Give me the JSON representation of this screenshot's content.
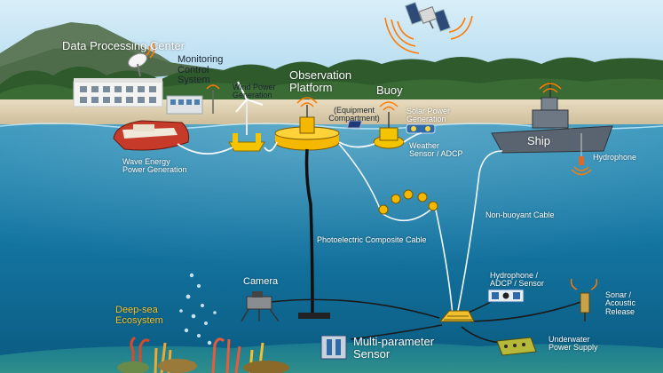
{
  "labels": {
    "data_processing_center": "Data Processing Center",
    "monitoring_control_system": "Monitoring Control System",
    "wind_power_generation": "Wind Power Generation",
    "observation_platform": "Observation Platform",
    "equipment_compartment": "(Equipment Compartment)",
    "buoy": "Buoy",
    "solar_power_generation": "Solar Power Generation",
    "weather_sensor_adcp": "Weather Sensor / ADCP",
    "ship": "Ship",
    "hydrophone_ship": "Hydrophone",
    "wave_energy": "Wave Energy Power Generation",
    "non_buoyant_cable": "Non-buoyant Cable",
    "photoelectric_cable": "Photoelectric Composite Cable",
    "camera": "Camera",
    "hydrophone_adcp_sensor": "Hydrophone / ADCP / Sensor",
    "sonar_acoustic_release": "Sonar / Acoustic Release",
    "deep_sea_ecosystem": "Deep-sea Ecosystem",
    "multi_parameter_sensor": "Multi-parameter Sensor",
    "underwater_power_supply": "Underwater Power Supply"
  },
  "colors": {
    "sky": "#bfe3f5",
    "sea_surface": "#2a8fb8",
    "deep_water": "#0a5a80",
    "platform_yellow": "#f5b800",
    "signal_orange": "#ff7a00",
    "ship_gray": "#5a6470",
    "label_yellow": "#f2c530"
  },
  "icons": [
    "satellite-icon",
    "satellite-dish-icon",
    "wifi-signal-icon",
    "wind-turbine-icon",
    "solar-panel-icon",
    "camera-icon",
    "hydrophone-icon",
    "sonar-icon",
    "junction-box-icon",
    "coral-icon"
  ]
}
